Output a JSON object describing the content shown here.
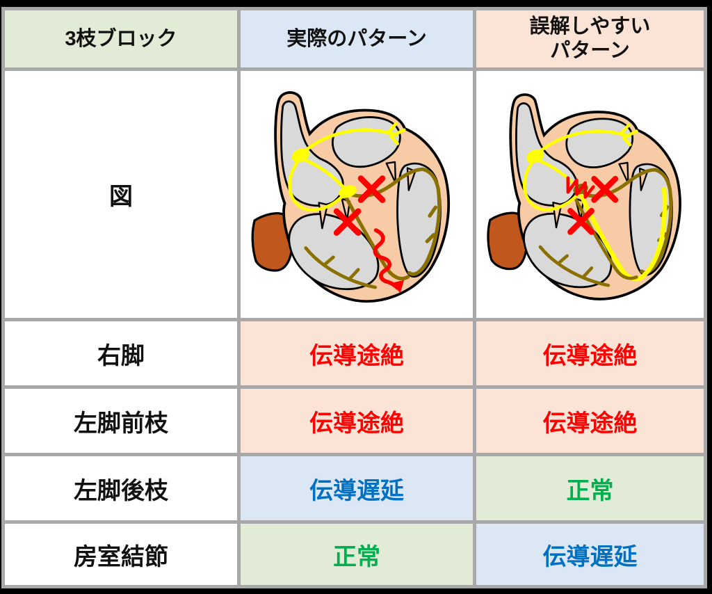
{
  "table": {
    "headers": [
      {
        "text": "3枝ブロック"
      },
      {
        "text": "実際のパターン"
      },
      {
        "text": "誤解しやすい\nパターン"
      }
    ],
    "figure_row": {
      "label": "図",
      "actual_diagram": {
        "variant": "actual",
        "alt": "heart with yellow SA and AV node, blocked right bundle (red X), blocked left anterior fascicle (red X), slowed left posterior fascicle (red wavy arrow down septum)"
      },
      "misleading_diagram": {
        "variant": "misleading",
        "alt": "heart with yellow SA node, slowed AV node (red zigzag on node), blocked right bundle (red X), blocked left anterior fascicle (red X), normal yellow conduction down septum to apex"
      }
    },
    "status_rows": [
      {
        "label": "右脚",
        "actual": {
          "text": "伝導途絶",
          "status": "blocked"
        },
        "misleading": {
          "text": "伝導途絶",
          "status": "blocked"
        }
      },
      {
        "label": "左脚前枝",
        "actual": {
          "text": "伝導途絶",
          "status": "blocked"
        },
        "misleading": {
          "text": "伝導途絶",
          "status": "blocked"
        }
      },
      {
        "label": "左脚後枝",
        "actual": {
          "text": "伝導遅延",
          "status": "delayed"
        },
        "misleading": {
          "text": "正常",
          "status": "normal"
        }
      },
      {
        "label": "房室結節",
        "actual": {
          "text": "正常",
          "status": "normal"
        },
        "misleading": {
          "text": "伝導遅延",
          "status": "delayed"
        }
      }
    ]
  },
  "colors": {
    "green_bg": "#E2EBD5",
    "blue_bg": "#DBE7F4",
    "peach_bg": "#FBE4D5",
    "status_red": "#FE0000",
    "status_blue": "#0070C0",
    "status_green": "#00B050",
    "grid_border": "#A8A8A8",
    "outer_frame": "#000000",
    "heart_wall": "#F6CBA6",
    "heart_chamber": "#D9D9D9",
    "conduction_active": "#FFFF00",
    "conduction_inactive": "#8A7000",
    "block_mark": "#FE0000",
    "vena_cava": "#C0571C"
  }
}
